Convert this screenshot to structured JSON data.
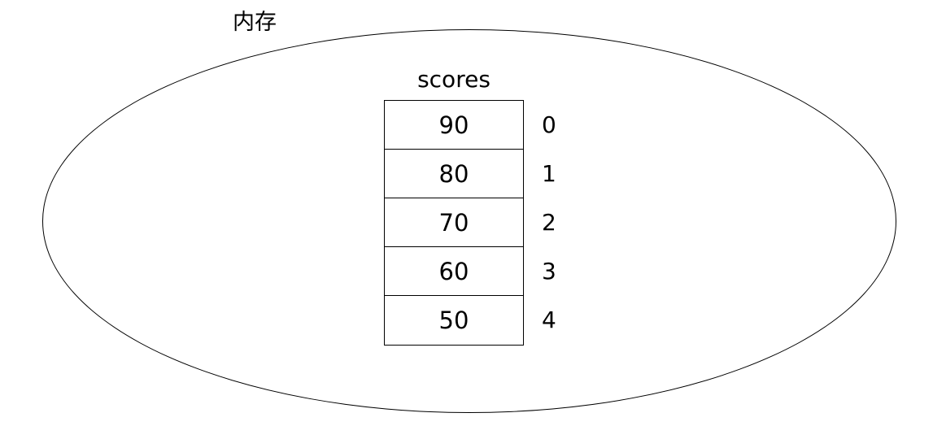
{
  "diagram": {
    "memory_label": "内存",
    "array": {
      "title": "scores",
      "cells": [
        {
          "value": "90",
          "index": "0"
        },
        {
          "value": "80",
          "index": "1"
        },
        {
          "value": "70",
          "index": "2"
        },
        {
          "value": "60",
          "index": "3"
        },
        {
          "value": "50",
          "index": "4"
        }
      ]
    },
    "colors": {
      "background": "#ffffff",
      "line": "#000000",
      "text": "#000000"
    }
  }
}
